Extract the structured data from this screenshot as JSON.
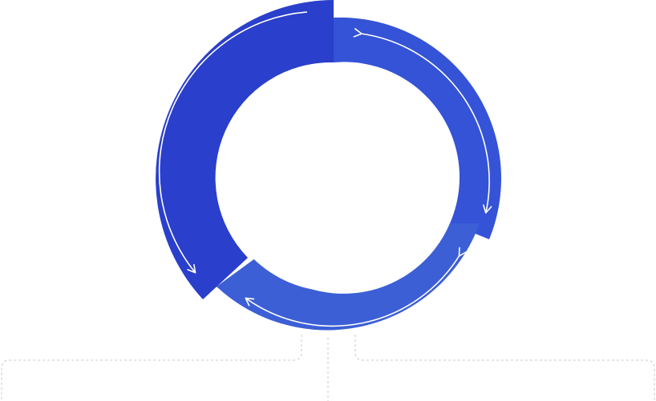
{
  "diagram": {
    "type": "cycle",
    "segments": [
      {
        "id": "top-right",
        "color": "#3553d6",
        "arrow_direction": "clockwise"
      },
      {
        "id": "bottom",
        "color": "#3c5fd6",
        "arrow_direction": "counter-clockwise"
      },
      {
        "id": "left",
        "color": "#2a3fcb",
        "arrow_direction": "clockwise"
      }
    ],
    "arrow_color": "#ffffff",
    "connector_color": "#c8c8c8",
    "background": "#ffffff"
  }
}
